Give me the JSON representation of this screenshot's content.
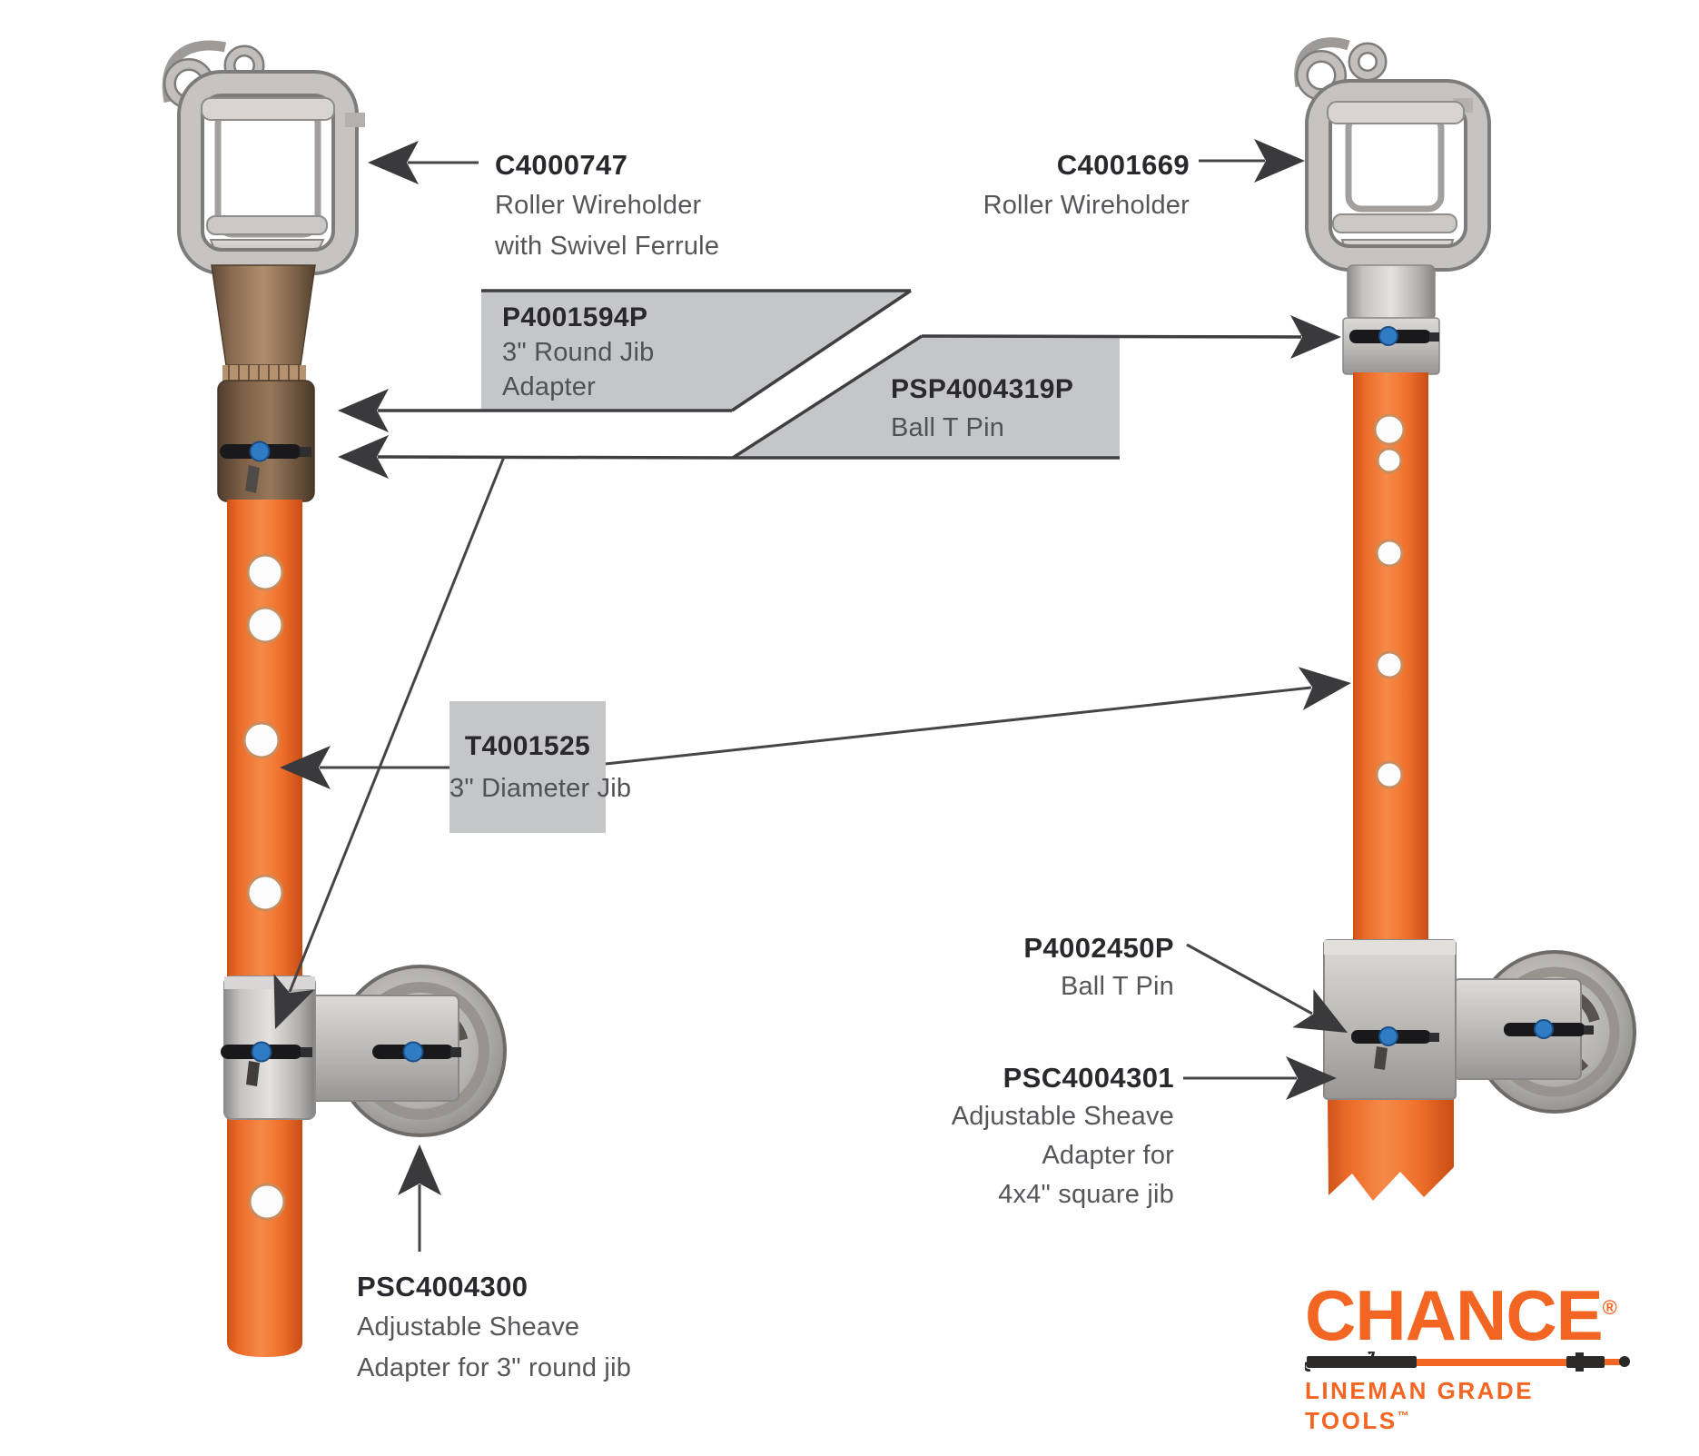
{
  "colors": {
    "brand_orange": "#f26522",
    "pole_orange": "#f07232",
    "box_gray": "#c5c6c8",
    "line_dark": "#414042",
    "part_text": "#29282c",
    "desc_text": "#55565a",
    "pin_blue": "#2f7cc4"
  },
  "callouts": {
    "c4000747": {
      "part": "C4000747",
      "line1": "Roller Wireholder",
      "line2": "with Swivel Ferrule"
    },
    "c4001669": {
      "part": "C4001669",
      "line1": "Roller Wireholder"
    },
    "p4001594p": {
      "part": "P4001594P",
      "line1": "3\" Round Jib",
      "line2": "Adapter"
    },
    "psp4004319p": {
      "part": "PSP4004319P",
      "line1": "Ball T Pin"
    },
    "t4001525": {
      "part": "T4001525",
      "line1": "3\" Diameter Jib"
    },
    "p4002450p": {
      "part": "P4002450P",
      "line1": "Ball T Pin"
    },
    "psc4004301": {
      "part": "PSC4004301",
      "line1": "Adjustable Sheave",
      "line2": "Adapter for",
      "line3": "4x4\" square jib"
    },
    "psc4004300": {
      "part": "PSC4004300",
      "line1": "Adjustable Sheave",
      "line2": "Adapter for 3\" round jib"
    }
  },
  "logo": {
    "brand": "CHANCE",
    "registered": "®",
    "tagline": "LINEMAN GRADE TOOLS",
    "trademark": "™"
  }
}
